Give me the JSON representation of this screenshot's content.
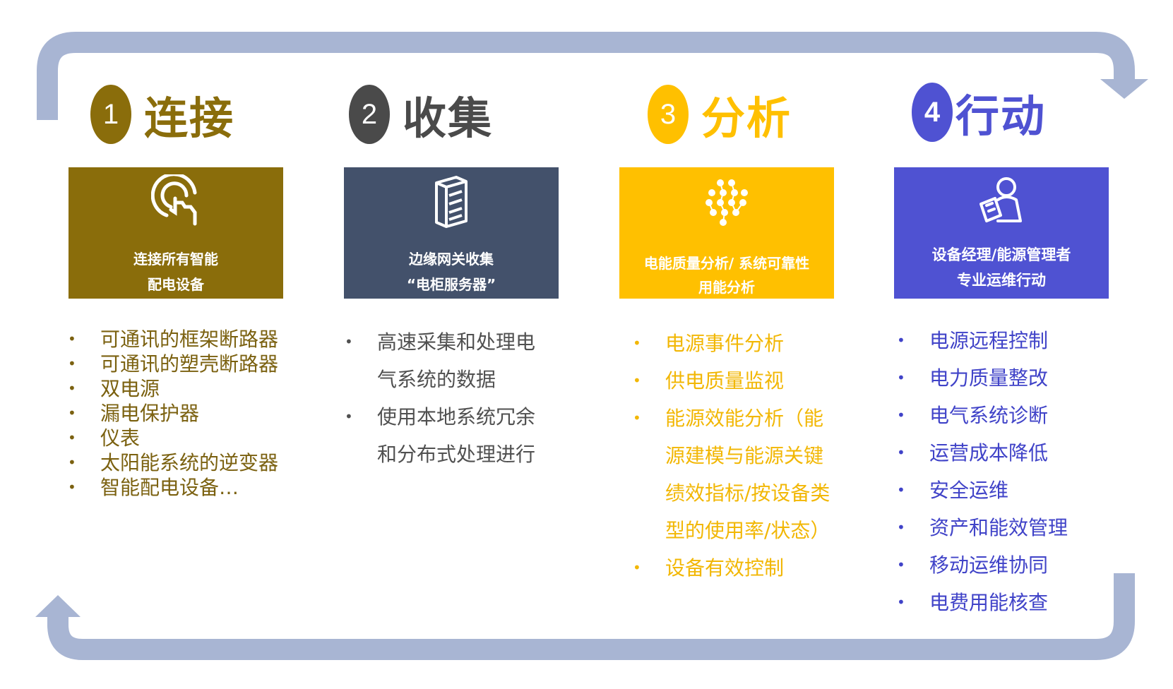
{
  "colors": {
    "cycle_arrow": "#A8B5D3",
    "step1": "#8A6D0B",
    "step2": "#4A4A4A",
    "step3": "#FFC000",
    "step4": "#4F52D2",
    "card2": "#43516B",
    "text1": "#7B6110",
    "text2": "#505050",
    "text3": "#F2B705",
    "text4": "#4043C8"
  },
  "steps": [
    {
      "number": "1",
      "title": "连接",
      "icon": "touch-gesture-icon",
      "card_lines": [
        "连接所有智能",
        "配电设备"
      ],
      "bullets": [
        "可通讯的框架断路器",
        "可通讯的塑壳断路器",
        "双电源",
        "漏电保护器",
        "仪表",
        "太阳能系统的逆变器",
        "智能配电设备…"
      ]
    },
    {
      "number": "2",
      "title": "收集",
      "icon": "server-icon",
      "card_lines": [
        "边缘网关收集",
        "“电柜服务器”"
      ],
      "bullets": [
        "高速采集和处理电\n气系统的数据",
        "使用本地系统冗余\n和分布式处理进行"
      ]
    },
    {
      "number": "3",
      "title": "分析",
      "icon": "network-nodes-icon",
      "card_lines": [
        "电能质量分析/ 系统可靠性",
        "用能分析"
      ],
      "bullets": [
        "电源事件分析",
        "供电质量监视",
        "能源效能分析（能\n源建模与能源关键\n绩效指标/按设备类\n型的使用率/状态）",
        "设备有效控制"
      ]
    },
    {
      "number": "4",
      "title": "行动",
      "icon": "person-clipboard-icon",
      "card_lines": [
        "设备经理/能源管理者",
        "专业运维行动"
      ],
      "bullets": [
        "电源远程控制",
        "电力质量整改",
        "电气系统诊断",
        "运营成本降低",
        "安全运维",
        "资产和能效管理",
        "移动运维协同",
        "电费用能核查"
      ]
    }
  ]
}
